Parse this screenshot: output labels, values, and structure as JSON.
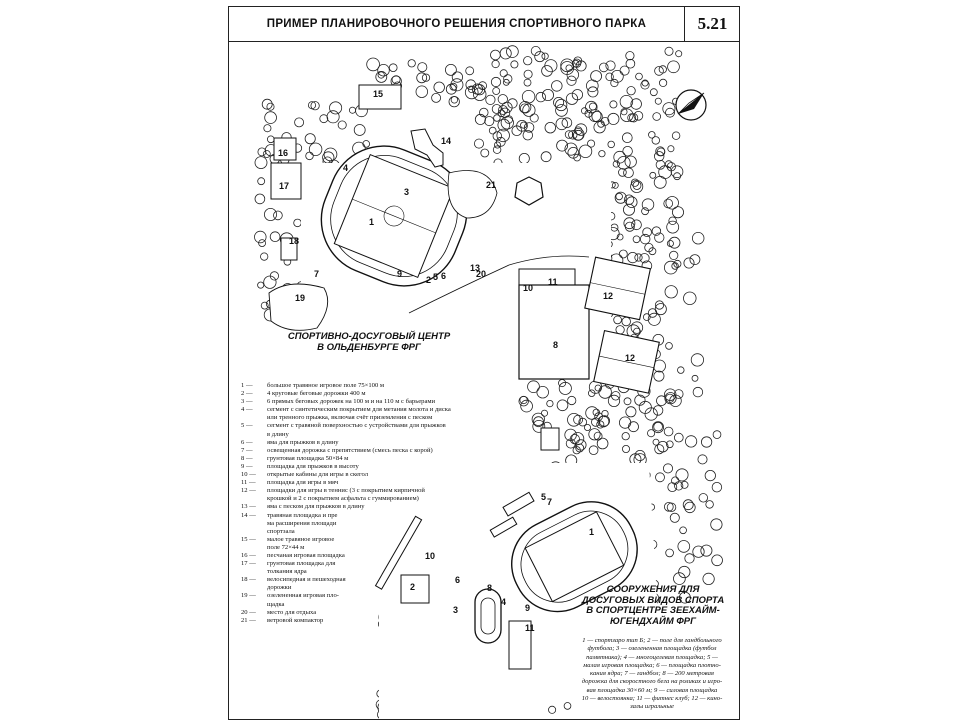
{
  "header": {
    "title": "ПРИМЕР ПЛАНИРОВОЧНОГО РЕШЕНИЯ СПОРТИВНОГО ПАРКА",
    "number": "5.21"
  },
  "plan1": {
    "title_line1": "СПОРТИВНО-ДОСУГОВЫЙ ЦЕНТР",
    "title_line2": "В ОЛЬДЕНБУРГЕ ФРГ",
    "labels": [
      "1",
      "2",
      "3",
      "4",
      "5",
      "6",
      "7",
      "8",
      "9",
      "10",
      "11",
      "12",
      "12",
      "13",
      "14",
      "15",
      "16",
      "17",
      "18",
      "19",
      "20",
      "21"
    ]
  },
  "plan2": {
    "title_line1": "СООРУЖЕНИЯ ДЛЯ",
    "title_line2": "ДОСУГОВЫХ ВИДОВ СПОРТА",
    "title_line3": "В СПОРТЦЕНТРЕ ЗЕЕХАЙМ-",
    "title_line4": "ЮГЕНДХАЙМ ФРГ",
    "labels": [
      "1",
      "2",
      "3",
      "4",
      "5",
      "6",
      "7",
      "8",
      "9",
      "10",
      "11"
    ]
  },
  "legend": [
    {
      "n": "1 —",
      "t": "большое травяное игровое поле 75×100 м"
    },
    {
      "n": "2 —",
      "t": "4 круговые беговые дорожки 400 м"
    },
    {
      "n": "3 —",
      "t": "6 прямых беговых дорожек на 100 м и на 110 м с барьерами"
    },
    {
      "n": "4 —",
      "t": "сегмент с синтетическим покрытием для метания молота и диска"
    },
    {
      "n": "",
      "t": "или тренного прыжка, включая счёт приземления с песком"
    },
    {
      "n": "5 —",
      "t": "сегмент с травяной поверхностью с устройствами для прыжков"
    },
    {
      "n": "",
      "t": "в длину"
    },
    {
      "n": "6 —",
      "t": "яма для прыжков в длину"
    },
    {
      "n": "7 —",
      "t": "освещенная дорожка с препятствием (смесь песка с корой)"
    },
    {
      "n": "8 —",
      "t": "грунтовая площадка 50×84 м"
    },
    {
      "n": "9 —",
      "t": "площадка для прыжков в высоту"
    },
    {
      "n": "10 —",
      "t": "открытые кабины для игры в скегол"
    },
    {
      "n": "11 —",
      "t": "площадка для игры в мяч"
    },
    {
      "n": "12 —",
      "t": "площадки для игры в теннис (3 с покрытием кирпичной"
    },
    {
      "n": "",
      "t": "крошкой и 2 с покрытием асфальта с гуммированием)"
    },
    {
      "n": "13 —",
      "t": "яма с песком для прыжков в длину"
    },
    {
      "n": "14 —",
      "t": "травяная площадка и пре"
    },
    {
      "n": "",
      "t": "ма расширения площади"
    },
    {
      "n": "",
      "t": "спортзала"
    },
    {
      "n": "15 —",
      "t": "малое травяное игровое"
    },
    {
      "n": "",
      "t": "поле 72×44 м"
    },
    {
      "n": "16 —",
      "t": "песчаная игровая площадка"
    },
    {
      "n": "17 —",
      "t": "грунтовая площадка для"
    },
    {
      "n": "",
      "t": "толкания ядра"
    },
    {
      "n": "18 —",
      "t": "велосипедная и пешеходная"
    },
    {
      "n": "",
      "t": "дорожки"
    },
    {
      "n": "19 —",
      "t": "озелененная игровая пло-"
    },
    {
      "n": "",
      "t": "щадка"
    },
    {
      "n": "20 —",
      "t": "место для отдыха"
    },
    {
      "n": "21 —",
      "t": "ветровой компактор"
    }
  ],
  "legend2": [
    "1 — спортзаро тип Б; 2 — поле для гандбольного",
    "футбола; 3 — озелененная площадка (футбол",
    "памятника); 4 — многоцелевая площадка; 5 —",
    "малая игровая площадка; 6 — площадка плотно-",
    "кания ядра; 7 — гандбол; 8 — 200 метровая",
    "дорожка для скоростного бега на роликах и игро-",
    "вая площадка 30×60 м; 9 — силовая площадка",
    "10 — велостоянка; 11 — фитнес клуб; 12 — кино-",
    "залы игральные"
  ]
}
